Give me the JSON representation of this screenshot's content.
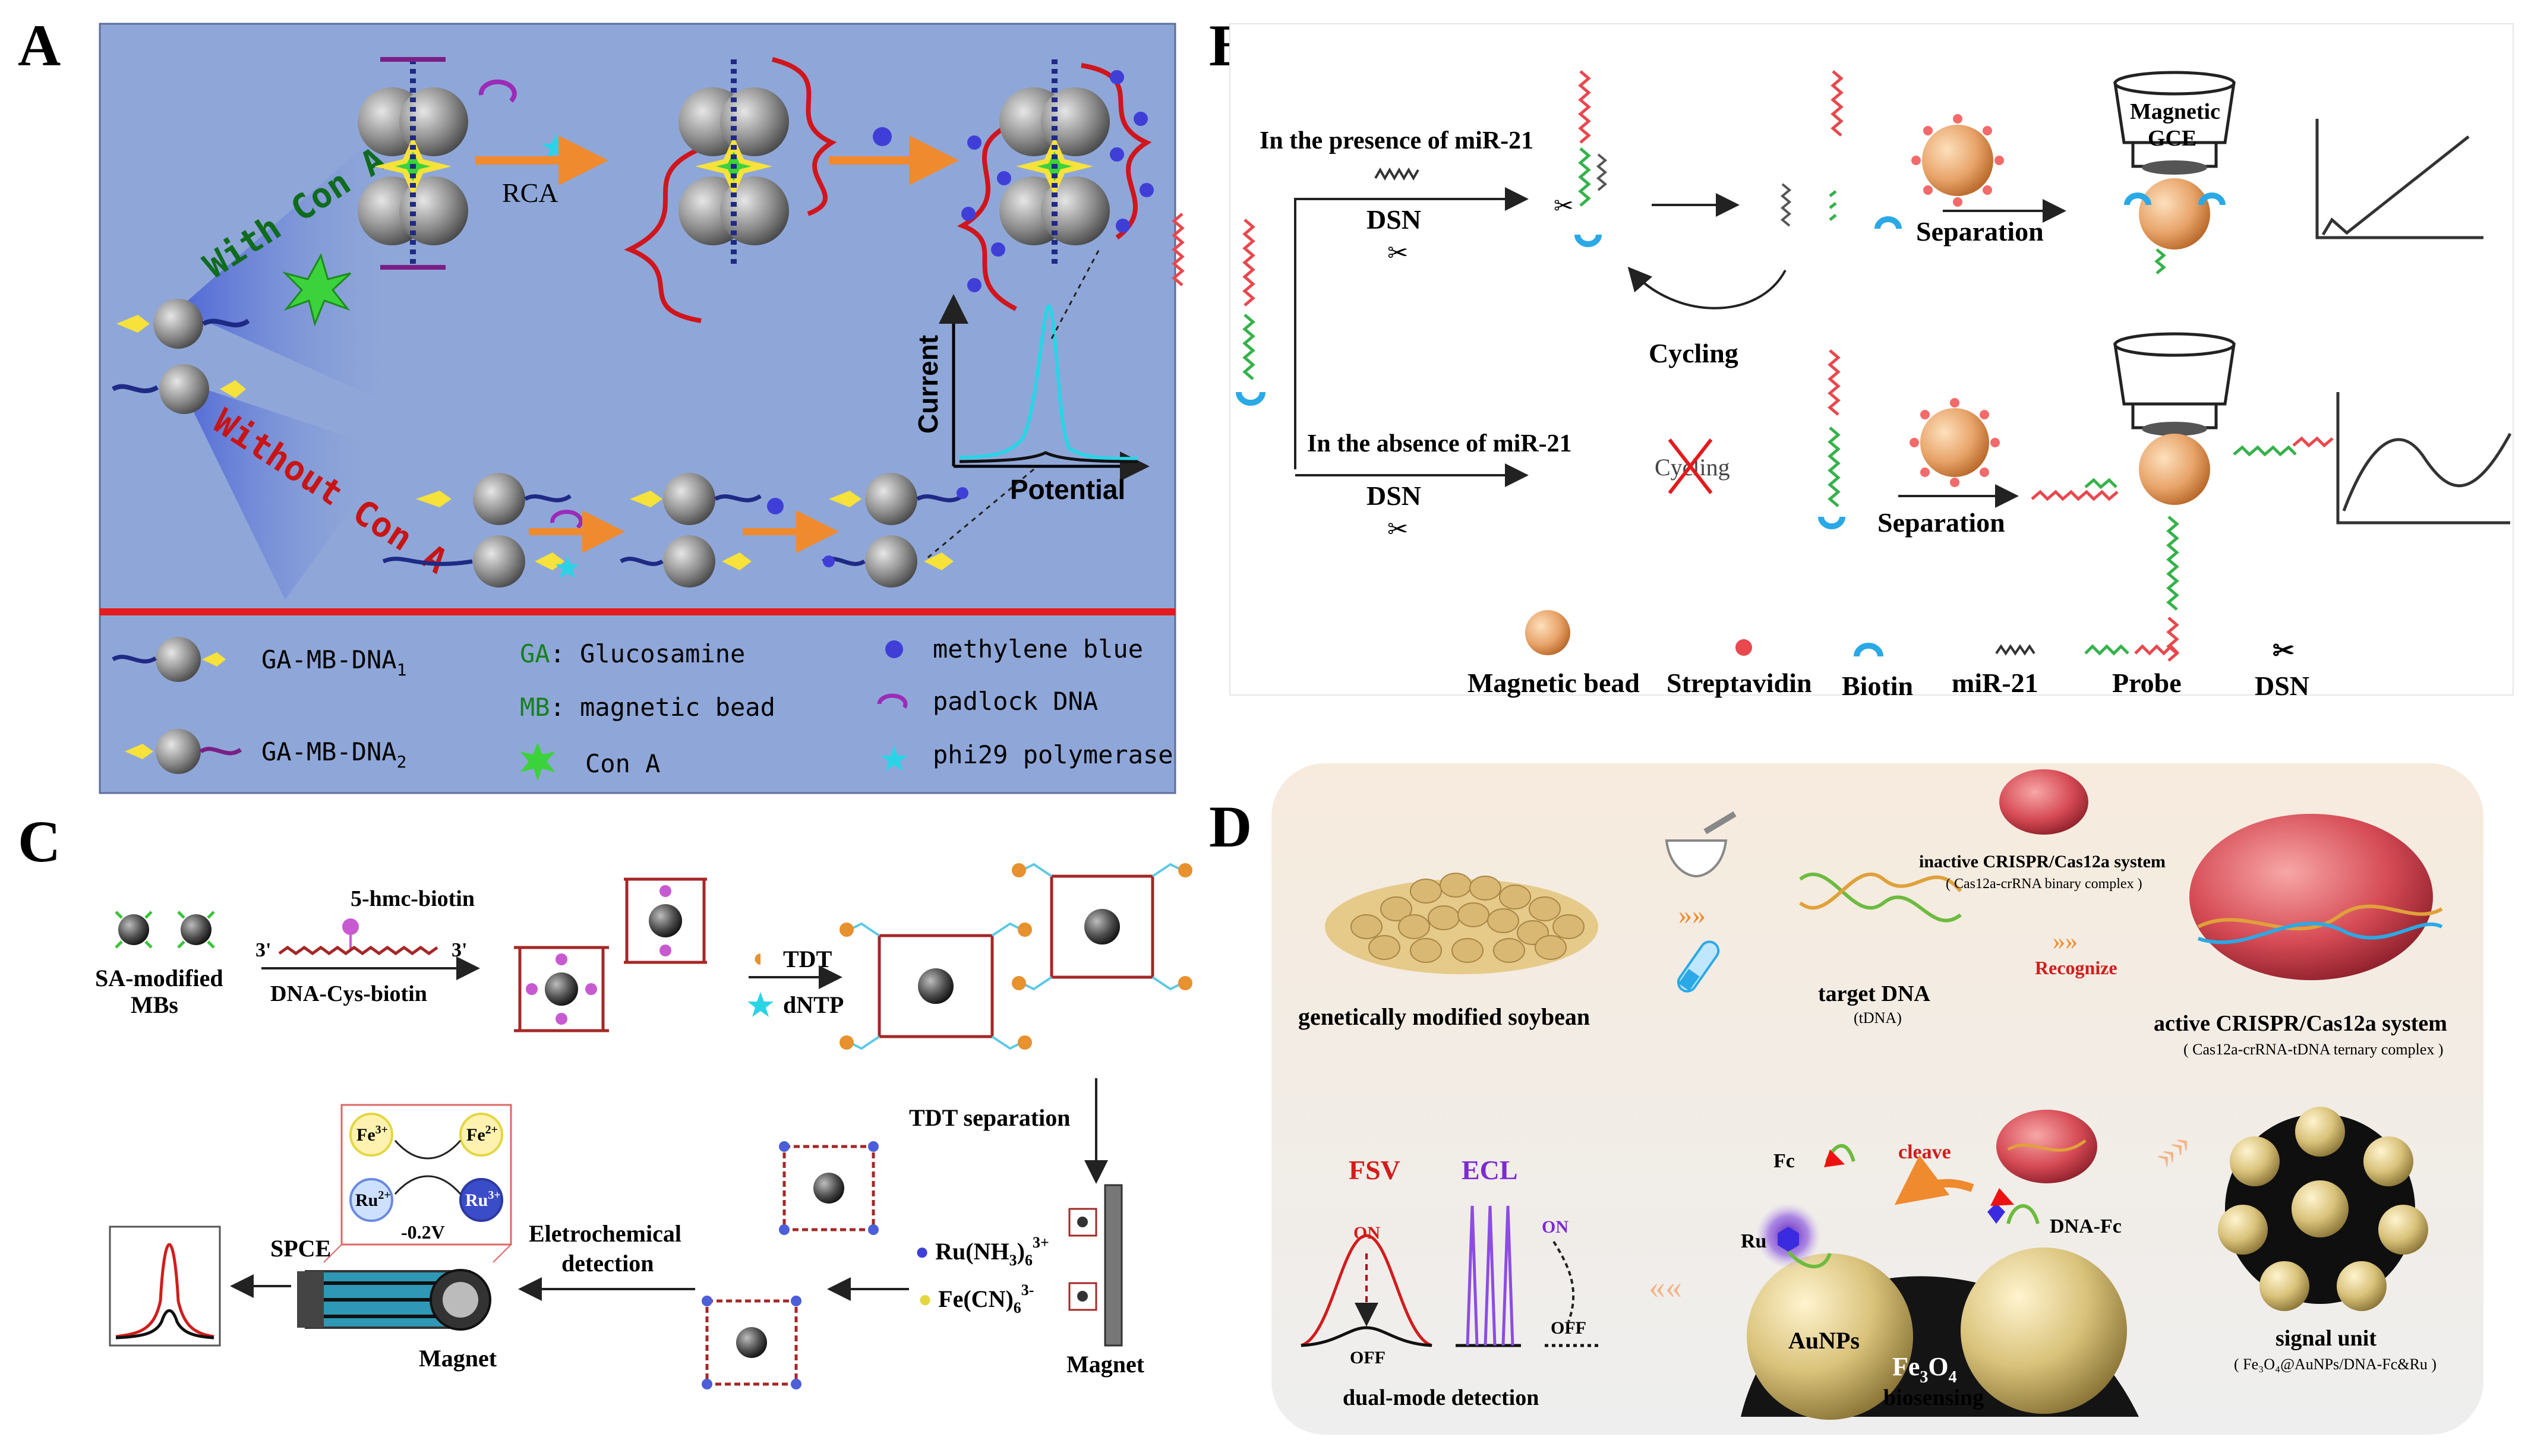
{
  "panels": {
    "a": {
      "letter": "A",
      "rca": "RCA",
      "with_cona": "With Con A",
      "without_cona": "Without Con A",
      "ylabel": "Current",
      "xlabel": "Potential",
      "legend": {
        "dna1_label": "GA-MB-DNA",
        "dna1_sub": "1",
        "dna2_label": "GA-MB-DNA",
        "dna2_sub": "2",
        "ga_key": "GA",
        "ga_val": ": Glucosamine",
        "mb_key": "MB",
        "mb_val": ": magnetic bead",
        "cona": "Con A",
        "mblue": "methylene blue",
        "padlock": "padlock DNA",
        "phi29": "phi29 polymerase"
      }
    },
    "b": {
      "letter": "B",
      "presence": "In the presence of miR-21",
      "absence": "In the absence of miR-21",
      "dsn_top": "DSN",
      "dsn_bottom": "DSN",
      "cycling": "Cycling",
      "cycling_crossed": "Cycling",
      "separation_top": "Separation",
      "separation_bottom": "Separation",
      "gce_line1": "Magnetic",
      "gce_line2": "GCE",
      "legend": {
        "bead": "Magnetic bead",
        "strep": "Streptavidin",
        "biotin": "Biotin",
        "mir": "miR-21",
        "probe": "Probe",
        "dsn": "DSN"
      }
    },
    "c": {
      "letter": "C",
      "sa_line1": "SA-modified",
      "sa_line2": "MBs",
      "hmc": "5-hmc-biotin",
      "prime3a": "3'",
      "prime3b": "3'",
      "dna_cys": "DNA-Cys-biotin",
      "tdt": "TDT",
      "dntp": "dNTP",
      "tdt_sep": "TDT separation",
      "ru": "Ru(NH",
      "ru_sub": "3",
      "ru_tail": ")",
      "ru_sub2": "6",
      "ru_sup": "3+",
      "fe": "Fe(CN)",
      "fe_sub": "6",
      "fe_sup": "3-",
      "magnet_right": "Magnet",
      "magnet_left": "Magnet",
      "electro1": "Eletrochemical",
      "electro2": "detection",
      "spce": "SPCE",
      "fe3": "Fe",
      "fe3_sup": "3+",
      "fe2": "Fe",
      "fe2_sup": "2+",
      "ru2": "Ru",
      "ru2_sup": "2+",
      "ru3": "Ru",
      "ru3_sup": "3+",
      "voltage": "-0.2V"
    },
    "d": {
      "letter": "D",
      "soybean": "genetically modified soybean",
      "target": "target DNA",
      "target_sub": "(tDNA)",
      "inactive": "inactive CRISPR/Cas12a system",
      "inactive_sub": "( Cas12a-crRNA binary complex )",
      "recognize": "Recognize",
      "active": "active CRISPR/Cas12a system",
      "active_sub": "( Cas12a-crRNA-tDNA ternary complex )",
      "signal": "signal unit",
      "signal_sub": "( Fe₃O₄@AuNPs/DNA-Fc&Ru )",
      "fsv": "FSV",
      "ecl": "ECL",
      "on1": "ON",
      "off1": "OFF",
      "on2": "ON",
      "off2": "OFF",
      "dual": "dual-mode detection",
      "biosensing": "biosensing",
      "fc": "Fc",
      "cleave": "cleave",
      "ru": "Ru",
      "aunps": "AuNPs",
      "fe3o4": "Fe",
      "fe3o4_a": "3",
      "fe3o4_b": "O",
      "fe3o4_c": "4",
      "dnafc": "DNA-Fc"
    }
  },
  "colors": {
    "panel_a_bg": "#8fa7d8",
    "red_divider": "#e41a1c",
    "orange_arrow": "#f08a2e",
    "green_strand": "#35b24b",
    "red_strand": "#e8484e",
    "bead_orange": "#e8a46a",
    "gold": "#d9c27a",
    "cyan": "#2ad4e6"
  }
}
